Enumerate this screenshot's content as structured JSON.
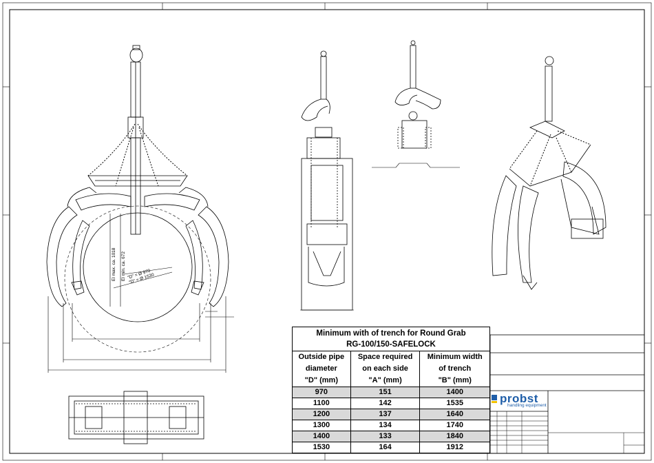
{
  "table": {
    "title_line1": "Minimum with of trench for Round Grab",
    "title_line2": "RG-100/150-SAFELOCK",
    "headers": [
      {
        "l1": "Outside pipe",
        "l2": "diameter",
        "l3": "\"D\" (mm)"
      },
      {
        "l1": "Space required",
        "l2": "on each side",
        "l3": "\"A\" (mm)"
      },
      {
        "l1": "Minimum width",
        "l2": "of trench",
        "l3": "\"B\" (mm)"
      }
    ],
    "rows": [
      [
        "970",
        "151",
        "1400"
      ],
      [
        "1100",
        "142",
        "1535"
      ],
      [
        "1200",
        "137",
        "1640"
      ],
      [
        "1300",
        "134",
        "1740"
      ],
      [
        "1400",
        "133",
        "1840"
      ],
      [
        "1530",
        "164",
        "1912"
      ]
    ]
  },
  "logo": {
    "name": "probst",
    "tagline": "handling equipment"
  },
  "annotations": {
    "min_height": "El min. ca. 672",
    "max_height": "El max. ca. 1018",
    "d_min": "\"D\" = Ø 970",
    "d_max": "\"D\" = Ø 1530"
  },
  "colors": {
    "logo_blue": "#1f5ea8",
    "logo_yellow": "#f2c200",
    "row_shade": "#d9d9d9"
  }
}
